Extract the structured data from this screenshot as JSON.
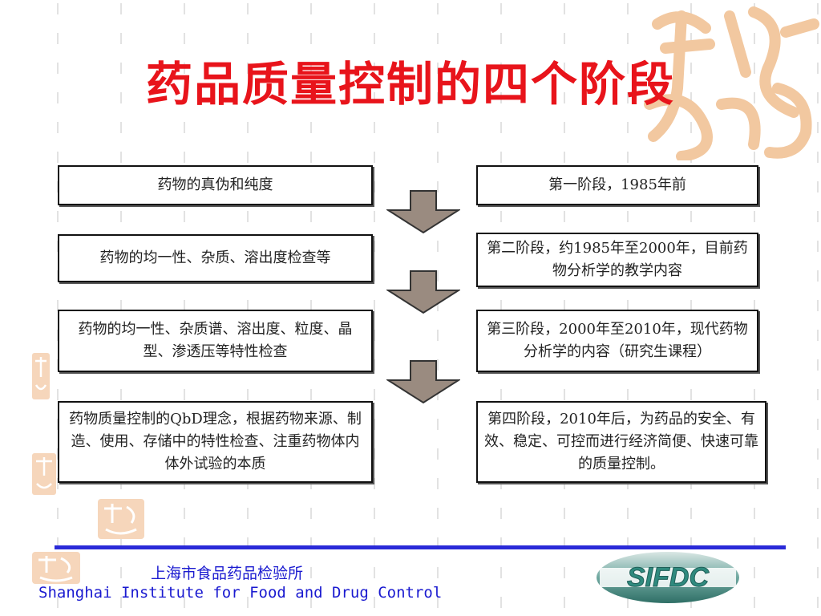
{
  "title": "药品质量控制的四个阶段",
  "left_boxes": [
    "药物的真伪和纯度",
    "药物的均一性、杂质、溶出度检查等",
    "药物的均一性、杂质谱、溶出度、粒度、晶型、渗透压等特性检查",
    "药物质量控制的QbD理念，根据药物来源、制造、使用、存储中的特性检查、注重药物体内体外试验的本质"
  ],
  "right_boxes": [
    "第一阶段，1985年前",
    "第二阶段，约1985年至2000年，目前药物分析学的教学内容",
    "第三阶段，2000年至2010年，现代药物分析学的内容（研究生课程）",
    "第四阶段，2010年后，为药品的安全、有效、稳定、可控而进行经济简便、快速可靠的质量控制。"
  ],
  "footer": {
    "org_cn": "上海市食品药品检验所",
    "org_en": "Shanghai Institute for Food and Drug Control",
    "logo_text": "SIFDC"
  },
  "colors": {
    "title": "#e8141b",
    "footer_text": "#1a1ad0",
    "rule": "#2a2ad8",
    "arrow": "#9a8b80",
    "seal": "#f2c8a0",
    "logo_green": "#2f8a7e"
  },
  "icons": [
    "down-arrow-icon",
    "seal-decoration",
    "sifdc-logo"
  ]
}
